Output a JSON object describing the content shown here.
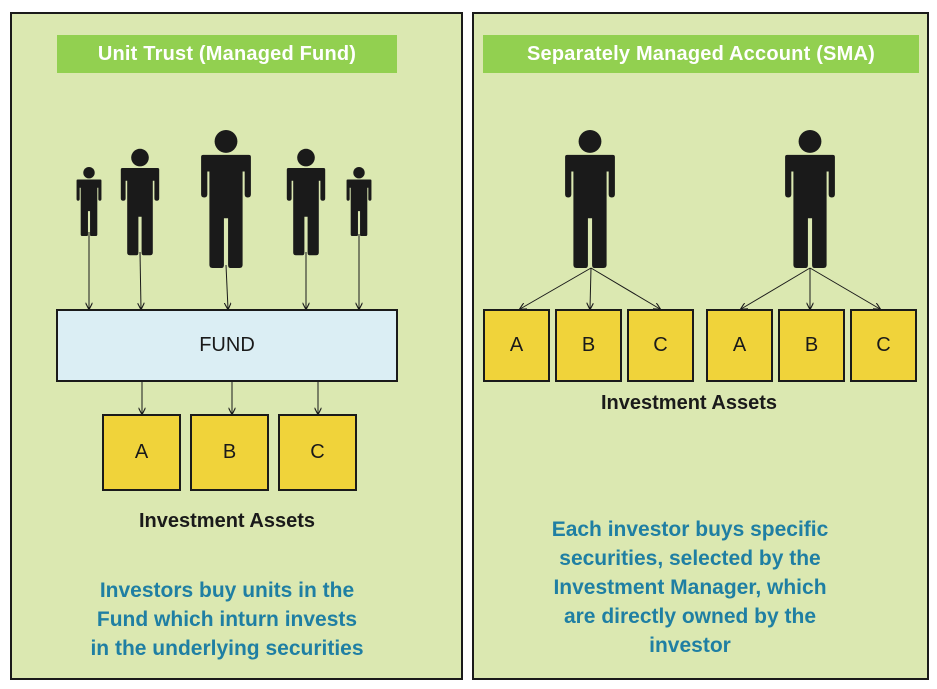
{
  "left": {
    "title": "Unit Trust (Managed Fund)",
    "fund_label": "FUND",
    "assets": [
      "A",
      "B",
      "C"
    ],
    "assets_label": "Investment Assets",
    "description": [
      "Investors buy units in the",
      "Fund which inturn invests",
      "in the underlying securities"
    ]
  },
  "right": {
    "title": "Separately Managed Account (SMA)",
    "assets_group_1": [
      "A",
      "B",
      "C"
    ],
    "assets_group_2": [
      "A",
      "B",
      "C"
    ],
    "assets_label": "Investment Assets",
    "description": [
      "Each investor buys specific",
      "securities, selected by the",
      "Investment Manager, which",
      "are directly owned by the",
      "investor"
    ]
  },
  "icons": {
    "investor": "person-icon"
  },
  "colors": {
    "panel_bg": "#dbe8b1",
    "title_bg": "#92d050",
    "fund_bg": "#dbeef4",
    "asset_bg": "#f0d33a",
    "description_text": "#1f7fa3"
  }
}
